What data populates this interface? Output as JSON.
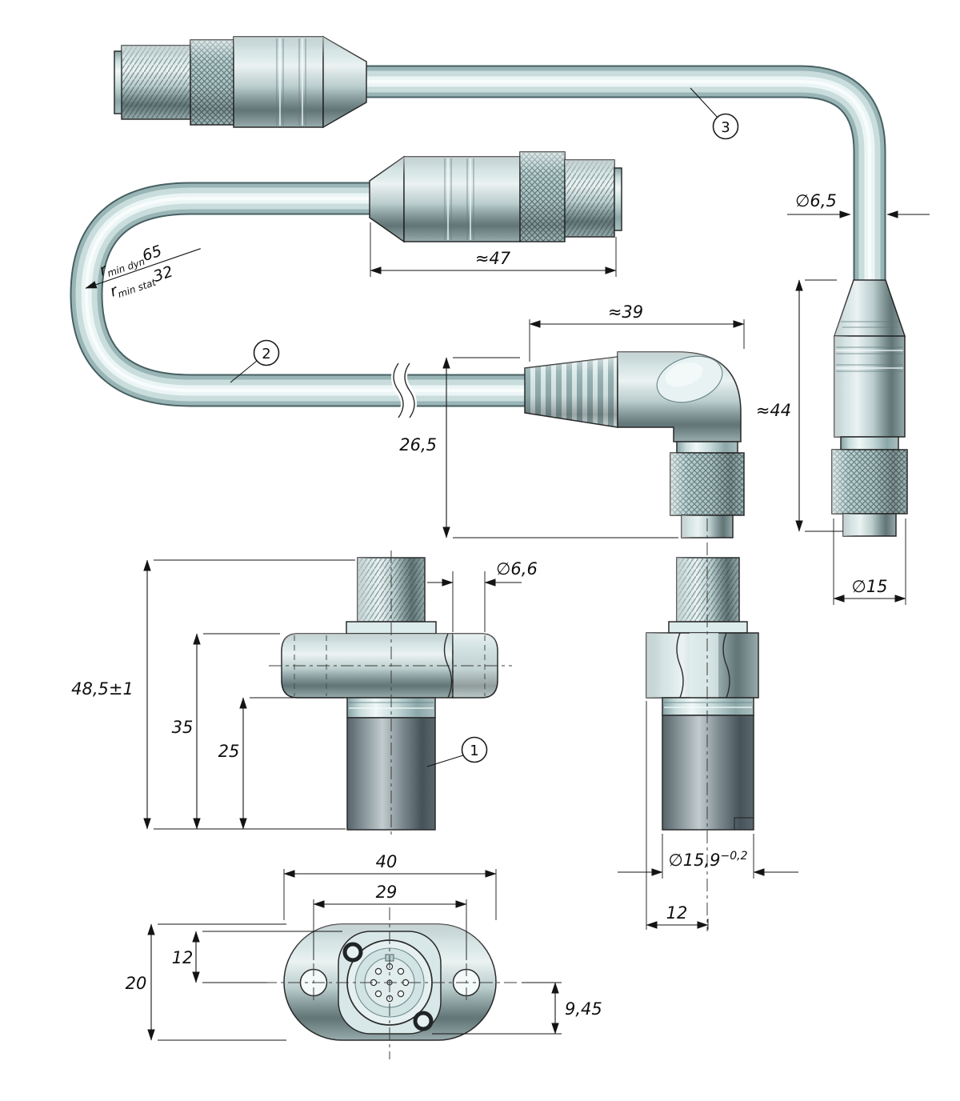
{
  "colors": {
    "background": "#ffffff",
    "outline": "#2b2b2b",
    "steel_light": "#eef6f6",
    "steel_mid": "#b9d0d0",
    "steel_dark": "#87a5a7",
    "barrel_dark": "#46535a",
    "dimension_line": "#141414"
  },
  "callouts": {
    "item1": "1",
    "item2": "2",
    "item3": "3"
  },
  "bend_radius": {
    "sym_dyn": "r",
    "sub_dyn": "min dyn",
    "val_dyn": "65",
    "sym_stat": "r",
    "sub_stat": "min stat",
    "val_stat": "32"
  },
  "dims": {
    "connector_length": "≈47",
    "elbow_length": "≈39",
    "elbow_height": "26,5",
    "connector_height": "≈44",
    "cable_dia": "∅6,5",
    "nut_dia": "∅15",
    "flange_hole_dia": "∅6,6",
    "overall_height": "48,5±1",
    "height_to_flange_top": "35",
    "height_to_flange_bottom": "25",
    "flange_length": "40",
    "hole_spacing": "29",
    "plate_offset_top": "12",
    "flange_width": "20",
    "plate_offset_bottom": "9,45",
    "barrel_dia": "∅15,9",
    "barrel_dia_tol": "−0,2",
    "flange_edge_to_center": "12"
  }
}
